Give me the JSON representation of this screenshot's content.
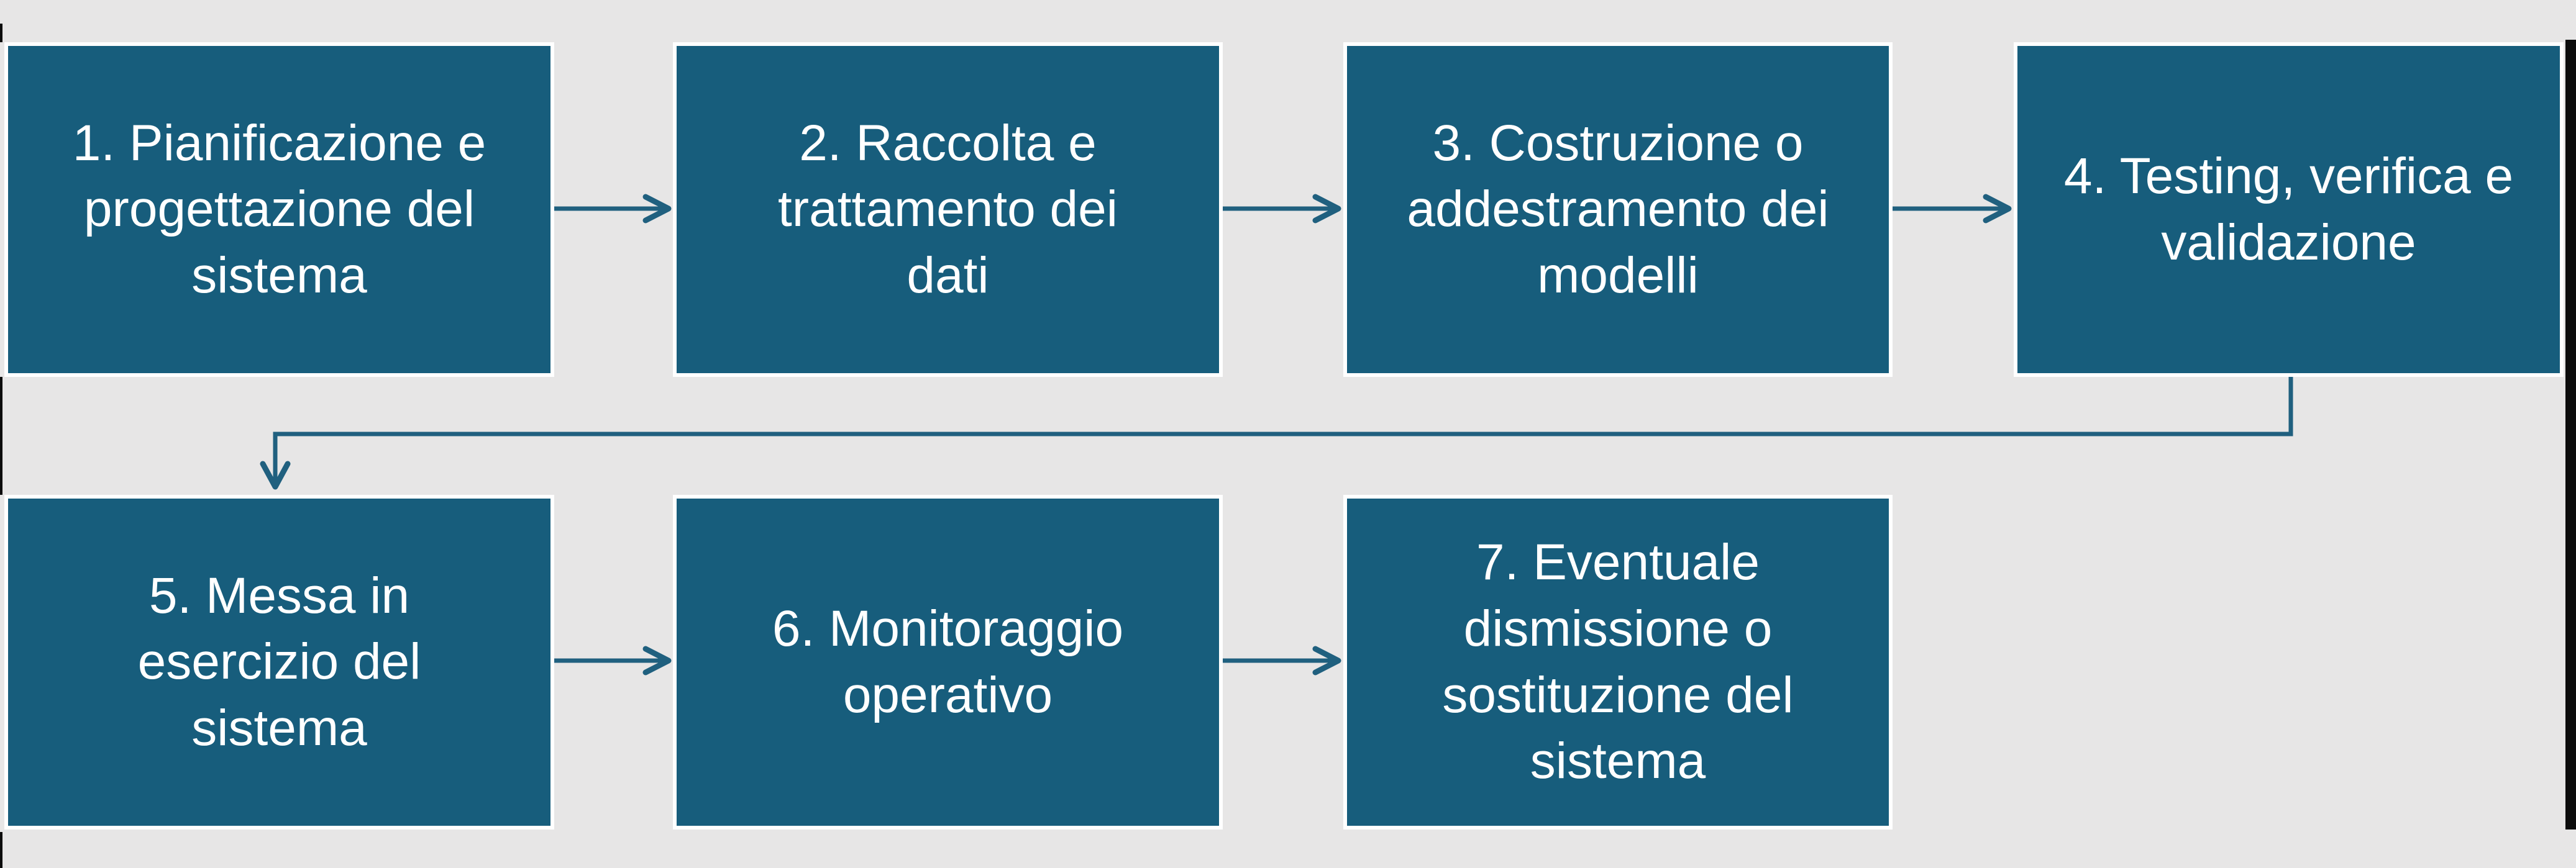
{
  "diagram": {
    "type": "flowchart",
    "language": "it",
    "boxes": [
      {
        "id": 1,
        "label": "1. Pianificazione e\nprogettazione del\nsistema"
      },
      {
        "id": 2,
        "label": "2. Raccolta e\ntrattamento dei\ndati"
      },
      {
        "id": 3,
        "label": "3. Costruzione o\naddestramento dei\nmodelli"
      },
      {
        "id": 4,
        "label": "4. Testing, verifica e\nvalidazione"
      },
      {
        "id": 5,
        "label": "5. Messa in\nesercizio del\nsistema"
      },
      {
        "id": 6,
        "label": "6. Monitoraggio\noperativo"
      },
      {
        "id": 7,
        "label": "7. Eventuale\ndismissione o\nsostituzione del\nsistema"
      }
    ],
    "connections": [
      {
        "from": 1,
        "to": 2,
        "style": "straight-right-arrow"
      },
      {
        "from": 2,
        "to": 3,
        "style": "straight-right-arrow"
      },
      {
        "from": 3,
        "to": 4,
        "style": "straight-right-arrow"
      },
      {
        "from": 4,
        "to": 5,
        "style": "elbow-down-left-down-arrow"
      },
      {
        "from": 5,
        "to": 6,
        "style": "straight-right-arrow"
      },
      {
        "from": 6,
        "to": 7,
        "style": "straight-right-arrow"
      }
    ]
  },
  "colors": {
    "bg": "#e7e6e6",
    "box_fill": "#175d7c",
    "box_border": "#ffffff",
    "text": "#ffffff",
    "arrow": "#20607f",
    "edge_artifact": "#0c0c0c"
  }
}
